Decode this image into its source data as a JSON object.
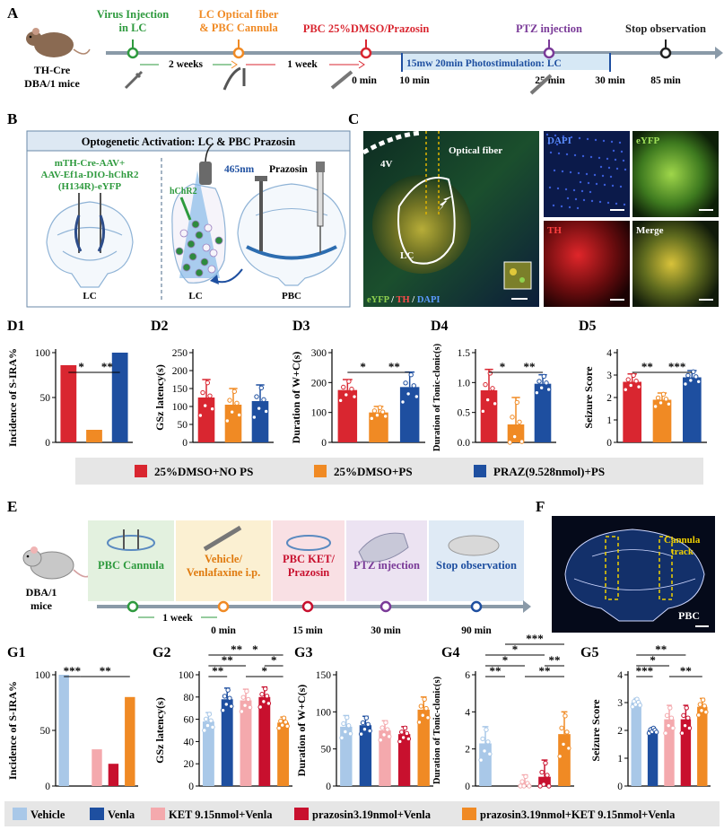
{
  "panels": {
    "A": "A",
    "B": "B",
    "C": "C",
    "D1": "D1",
    "D2": "D2",
    "D3": "D3",
    "D4": "D4",
    "D5": "D5",
    "E": "E",
    "F": "F",
    "G1": "G1",
    "G2": "G2",
    "G3": "G3",
    "G4": "G4",
    "G5": "G5"
  },
  "timeline_a": {
    "mouse_label": [
      "TH-Cre",
      "DBA/1 mice"
    ],
    "events": [
      {
        "label": [
          "Virus Injection",
          "in LC"
        ],
        "color": "#2e9a3e"
      },
      {
        "label": [
          "LC Optical fiber",
          "& PBC Cannula"
        ],
        "color": "#f08a24"
      },
      {
        "label": [
          "PBC 25%DMSO/Prazosin"
        ],
        "color": "#d92630"
      },
      {
        "label": [
          "PTZ injection"
        ],
        "color": "#7a3a98"
      },
      {
        "label": [
          "Stop observation"
        ],
        "color": "#222222"
      }
    ],
    "intervals": [
      "2 weeks",
      "1 week"
    ],
    "times": [
      "0 min",
      "10 min",
      "25 min",
      "30 min",
      "85 min"
    ],
    "photostim": "15mw 20min Photostimulation: LC"
  },
  "panel_b": {
    "title": "Optogenetic Activation: LC & PBC Prazosin",
    "virus": [
      "mTH-Cre-AAV+",
      "AAV-Ef1a-DIO-hChR2",
      "(H134R)-eYFP"
    ],
    "wavelength": "465nm",
    "opsin": "hChR2",
    "drug": "Prazosin",
    "labels": [
      "LC",
      "LC",
      "PBC"
    ]
  },
  "panel_c": {
    "optical_fiber": "Optical fiber",
    "ventricle": "4V",
    "region": "LC",
    "stain": [
      {
        "t": "eYFP",
        "c": "#8fd14f"
      },
      {
        "t": " / ",
        "c": "#ffffff"
      },
      {
        "t": "TH",
        "c": "#ff4a4a"
      },
      {
        "t": " / ",
        "c": "#ffffff"
      },
      {
        "t": "DAPI",
        "c": "#5b9bff"
      }
    ],
    "tiles": [
      {
        "label": "DAPI",
        "color": "#5b8cff"
      },
      {
        "label": "eYFP",
        "color": "#9fe05a"
      },
      {
        "label": "TH",
        "color": "#ff4040"
      },
      {
        "label": "Merge",
        "color": "#ffffff"
      }
    ]
  },
  "legend_d": [
    {
      "label": "25%DMSO+NO PS",
      "color": "#d92630"
    },
    {
      "label": "25%DMSO+PS",
      "color": "#f08a24"
    },
    {
      "label": "PRAZ(9.528nmol)+PS",
      "color": "#1e4fa0"
    }
  ],
  "chart_data": [
    {
      "id": "D1",
      "type": "bar",
      "ylabel": "Incidence of S-IRA%",
      "ylim": [
        0,
        100
      ],
      "yticks": [
        0,
        50,
        100
      ],
      "values": [
        86,
        14,
        100
      ],
      "errors": [
        0,
        0,
        0
      ],
      "sig": [
        {
          "a": 0,
          "b": 1,
          "t": "*",
          "lvl": 0
        },
        {
          "a": 1,
          "b": 2,
          "t": "**",
          "lvl": 0
        }
      ]
    },
    {
      "id": "D2",
      "type": "bar",
      "ylabel": "GSz latency(s)",
      "ylim": [
        0,
        250
      ],
      "yticks": [
        0,
        50,
        100,
        150,
        200,
        250
      ],
      "values": [
        125,
        105,
        115
      ],
      "errors": [
        50,
        45,
        45
      ],
      "sig": []
    },
    {
      "id": "D3",
      "type": "bar",
      "ylabel": "Duration of W+C(s)",
      "ylim": [
        0,
        300
      ],
      "yticks": [
        0,
        100,
        200,
        300
      ],
      "values": [
        175,
        100,
        185
      ],
      "errors": [
        35,
        20,
        50
      ],
      "sig": [
        {
          "a": 0,
          "b": 1,
          "t": "*",
          "lvl": 0
        },
        {
          "a": 1,
          "b": 2,
          "t": "**",
          "lvl": 0
        }
      ]
    },
    {
      "id": "D4",
      "type": "bar",
      "ylabel": "Duration of Tonic-clonic(s)",
      "ylim": [
        0,
        1.5
      ],
      "yticks": [
        0.0,
        0.5,
        1.0,
        1.5
      ],
      "values": [
        0.87,
        0.3,
        0.98
      ],
      "errors": [
        0.35,
        0.45,
        0.15
      ],
      "sig": [
        {
          "a": 0,
          "b": 1,
          "t": "*",
          "lvl": 0
        },
        {
          "a": 1,
          "b": 2,
          "t": "**",
          "lvl": 0
        }
      ]
    },
    {
      "id": "D5",
      "type": "bar",
      "ylabel": "Seizure Score",
      "ylim": [
        0,
        4
      ],
      "yticks": [
        0,
        1,
        2,
        3,
        4
      ],
      "values": [
        2.7,
        1.9,
        2.9
      ],
      "errors": [
        0.35,
        0.3,
        0.3
      ],
      "sig": [
        {
          "a": 0,
          "b": 1,
          "t": "**",
          "lvl": 0
        },
        {
          "a": 1,
          "b": 2,
          "t": "***",
          "lvl": 0
        }
      ]
    },
    {
      "id": "G1",
      "type": "bar",
      "ylabel": "Incidence of S-IRA%",
      "ylim": [
        0,
        100
      ],
      "yticks": [
        0,
        50,
        100
      ],
      "values": [
        100,
        0,
        33,
        20,
        80
      ],
      "errors": [
        0,
        0,
        0,
        0,
        0
      ],
      "sig": [
        {
          "a": 0,
          "b": 1,
          "t": "***",
          "lvl": 0
        },
        {
          "a": 1,
          "b": 4,
          "t": "**",
          "lvl": 0
        }
      ]
    },
    {
      "id": "G2",
      "type": "bar",
      "ylabel": "GSz latency(s)",
      "ylim": [
        0,
        100
      ],
      "yticks": [
        0,
        20,
        40,
        60,
        80,
        100
      ],
      "values": [
        58,
        78,
        77,
        80,
        57
      ],
      "errors": [
        8,
        10,
        10,
        9,
        5
      ],
      "sig": [
        {
          "a": 0,
          "b": 1,
          "t": "**",
          "lvl": 0
        },
        {
          "a": 2,
          "b": 4,
          "t": "*",
          "lvl": 0
        },
        {
          "a": 0,
          "b": 2,
          "t": "**",
          "lvl": 1
        },
        {
          "a": 3,
          "b": 4,
          "t": "*",
          "lvl": 1
        },
        {
          "a": 0,
          "b": 3,
          "t": "**",
          "lvl": 2
        },
        {
          "a": 1,
          "b": 4,
          "t": "*",
          "lvl": 2
        }
      ]
    },
    {
      "id": "G3",
      "type": "bar",
      "ylabel": "Duration of W+C(s)",
      "ylim": [
        0,
        150
      ],
      "yticks": [
        0,
        50,
        100,
        150
      ],
      "values": [
        80,
        82,
        75,
        70,
        103
      ],
      "errors": [
        15,
        12,
        13,
        10,
        17
      ],
      "sig": []
    },
    {
      "id": "G4",
      "type": "bar",
      "ylabel": "Duration of Tonic-clonic(s)",
      "ylim": [
        0,
        6
      ],
      "yticks": [
        0,
        2,
        4,
        6
      ],
      "values": [
        2.3,
        0,
        0.1,
        0.5,
        2.8
      ],
      "errors": [
        0.9,
        0,
        0.5,
        0.9,
        1.2
      ],
      "sig": [
        {
          "a": 0,
          "b": 1,
          "t": "**",
          "lvl": 0
        },
        {
          "a": 2,
          "b": 4,
          "t": "**",
          "lvl": 0
        },
        {
          "a": 0,
          "b": 2,
          "t": "*",
          "lvl": 1
        },
        {
          "a": 3,
          "b": 4,
          "t": "**",
          "lvl": 1
        },
        {
          "a": 0,
          "b": 3,
          "t": "*",
          "lvl": 2
        },
        {
          "a": 1,
          "b": 4,
          "t": "***",
          "lvl": 3
        }
      ]
    },
    {
      "id": "G5",
      "type": "bar",
      "ylabel": "Seizure Score",
      "ylim": [
        0,
        4
      ],
      "yticks": [
        0,
        1,
        2,
        3,
        4
      ],
      "values": [
        3,
        2,
        2.4,
        2.4,
        2.85
      ],
      "errors": [
        0.15,
        0.1,
        0.5,
        0.5,
        0.3
      ],
      "sig": [
        {
          "a": 0,
          "b": 1,
          "t": "***",
          "lvl": 0
        },
        {
          "a": 2,
          "b": 4,
          "t": "**",
          "lvl": 0
        },
        {
          "a": 0,
          "b": 2,
          "t": "*",
          "lvl": 1
        },
        {
          "a": 0,
          "b": 3,
          "t": "**",
          "lvl": 2
        }
      ]
    }
  ],
  "colors_d": [
    "#d92630",
    "#f08a24",
    "#1e4fa0"
  ],
  "colors_g": [
    "#a9c8e8",
    "#1e4fa0",
    "#f4a9ad",
    "#c8102e",
    "#f08a24"
  ],
  "timeline_e": {
    "mouse_label": [
      "DBA/1",
      "mice"
    ],
    "boxes": [
      {
        "label": [
          "PBC Cannula"
        ],
        "color": "#2e9a3e",
        "bg": "#e3f1df"
      },
      {
        "label": [
          "Vehicle/",
          "Venlafaxine i.p."
        ],
        "color": "#e07b10",
        "bg": "#fbf0d2"
      },
      {
        "label": [
          "PBC KET/",
          "Prazosin"
        ],
        "color": "#c8102e",
        "bg": "#f9e0e4"
      },
      {
        "label": [
          "PTZ injection"
        ],
        "color": "#7a3a98",
        "bg": "#ece3f2"
      },
      {
        "label": [
          "Stop observation"
        ],
        "color": "#1e4fa0",
        "bg": "#dfeaf5"
      }
    ],
    "interval": "1 week",
    "times": [
      "0 min",
      "15 min",
      "30 min",
      "90 min"
    ]
  },
  "panel_f": {
    "track": [
      "Cannula",
      "track"
    ],
    "region": "PBC"
  },
  "legend_g": [
    {
      "label": "Vehicle",
      "color": "#a9c8e8"
    },
    {
      "label": "Venla",
      "color": "#1e4fa0"
    },
    {
      "label": "KET 9.15nmol+Venla",
      "color": "#f4a9ad"
    },
    {
      "label": "prazosin3.19nmol+Venla",
      "color": "#c8102e"
    },
    {
      "label": "prazosin3.19nmol+KET 9.15nmol+Venla",
      "color": "#f08a24"
    }
  ]
}
